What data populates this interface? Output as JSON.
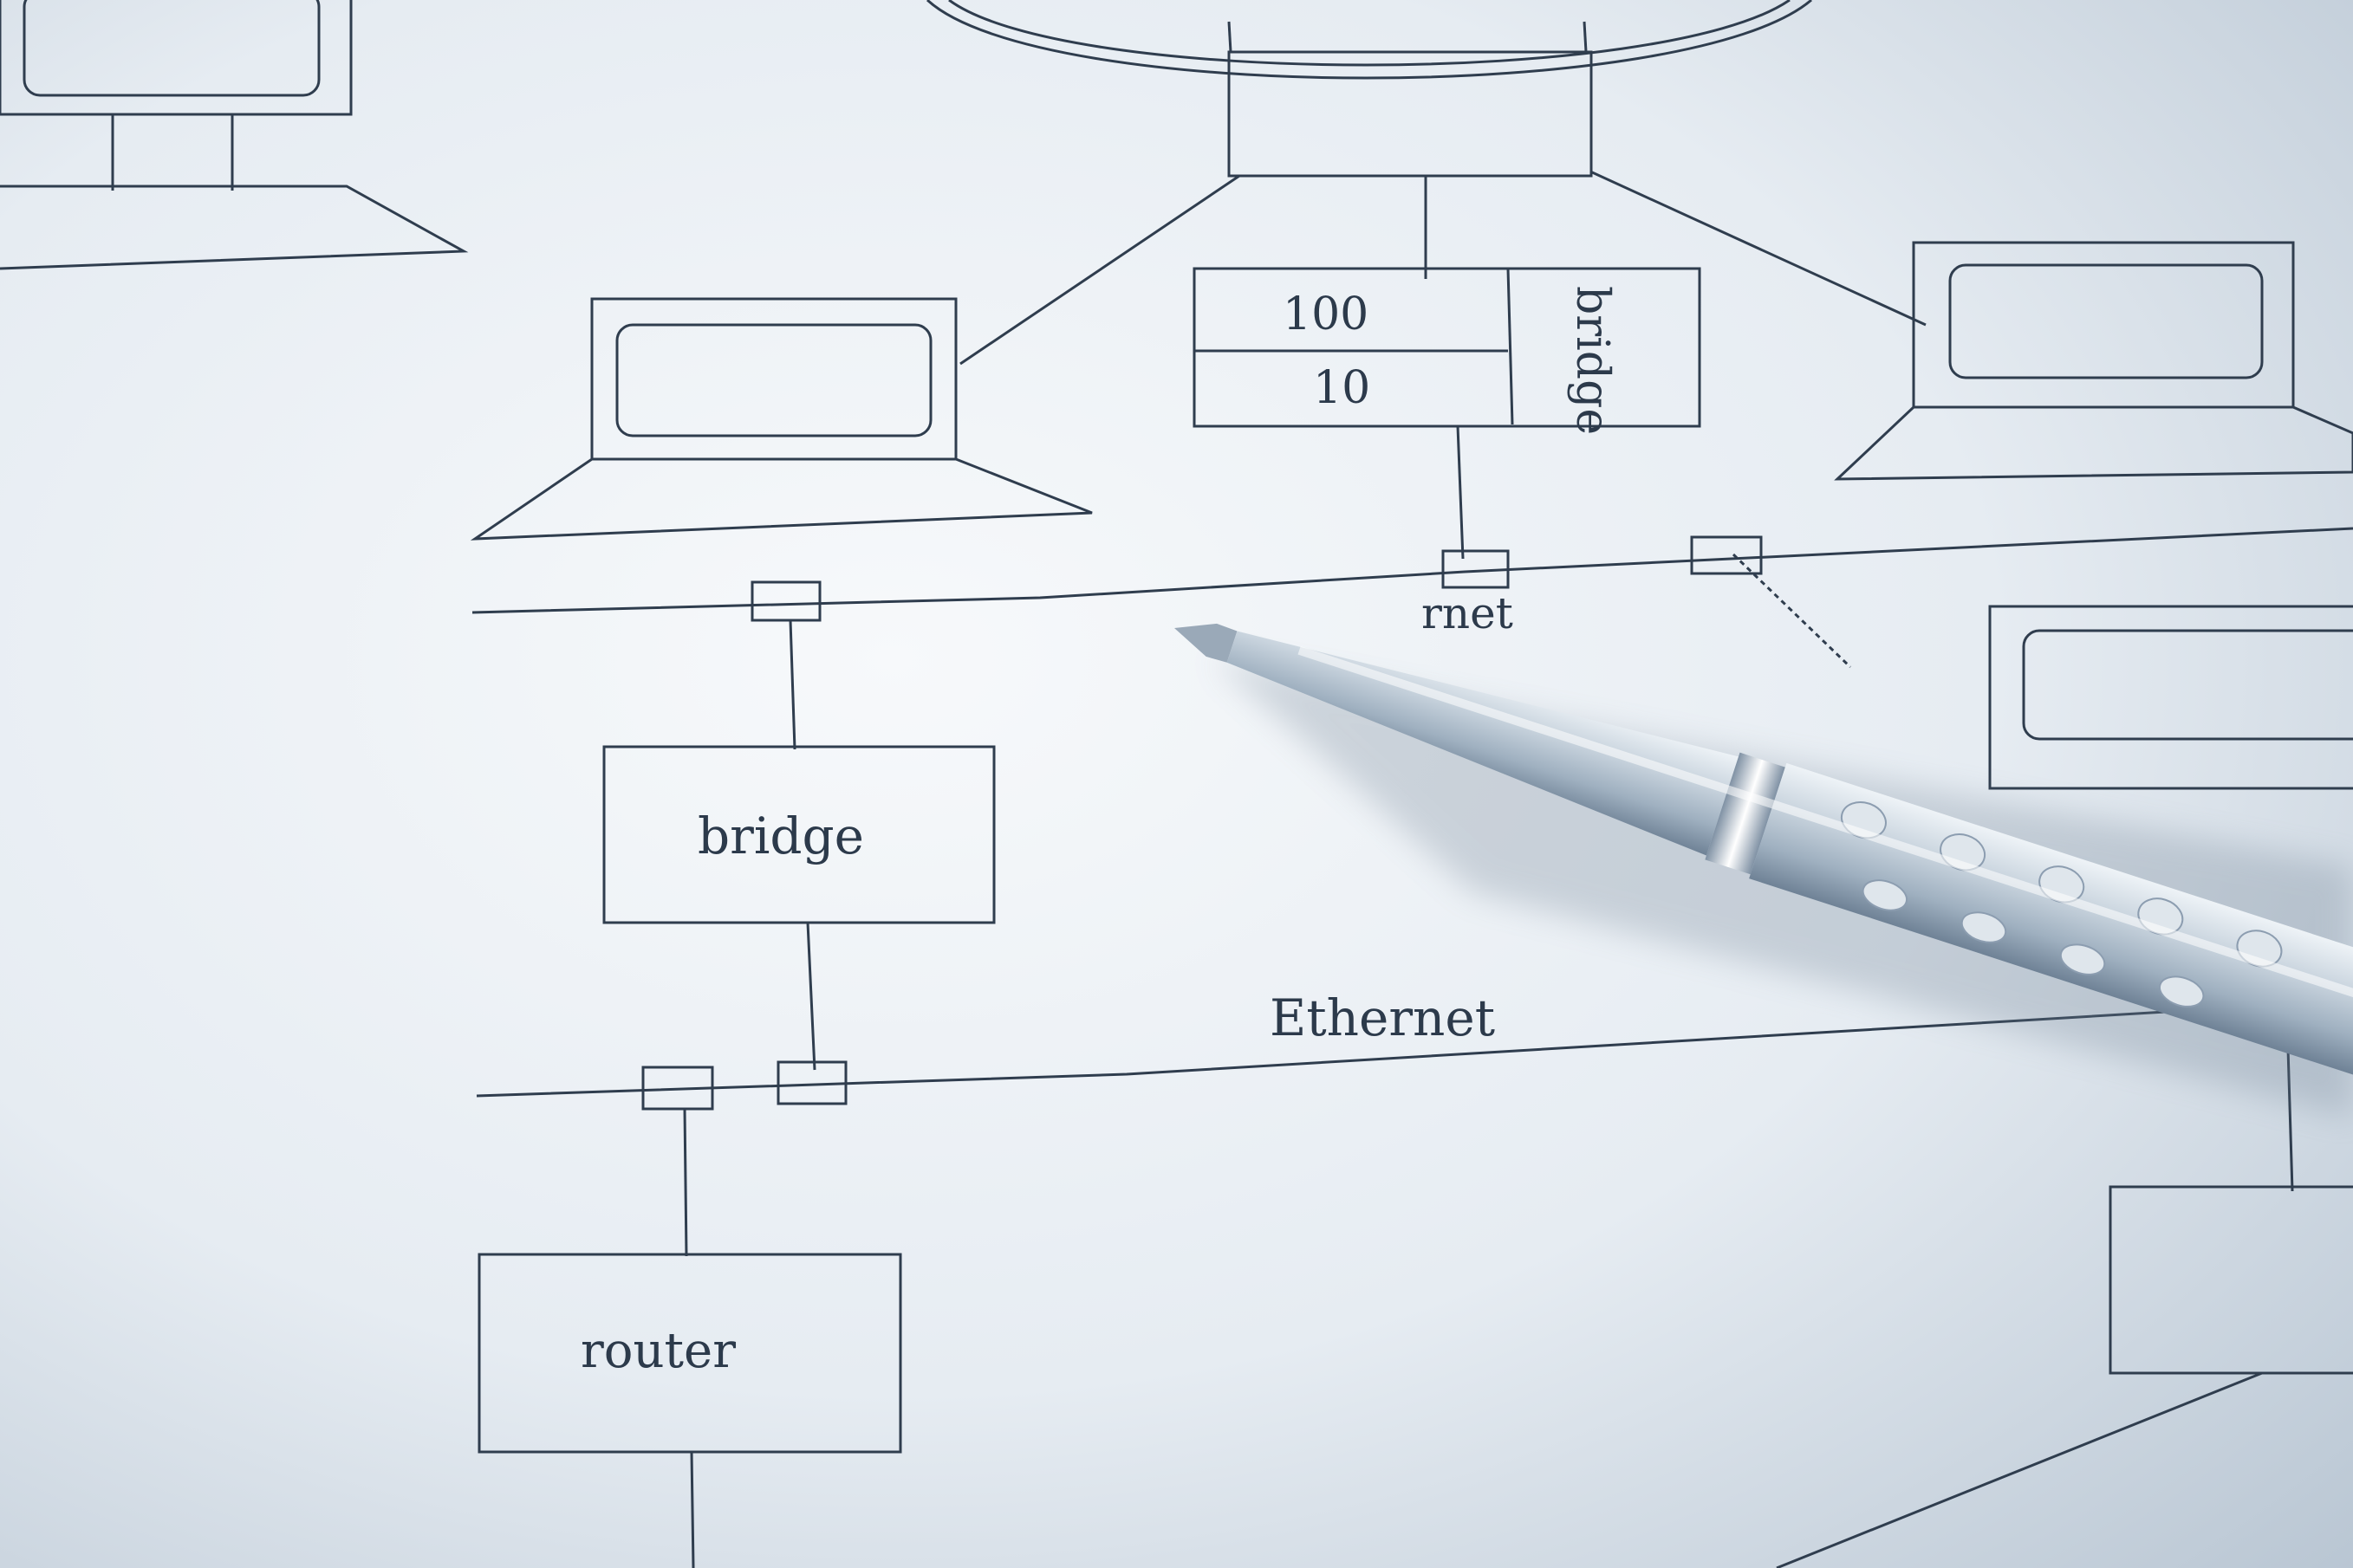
{
  "diagram": {
    "labels": {
      "bridge_top_upper": "100",
      "bridge_top_lower": "10",
      "bridge_top_vertical": "bridge",
      "bridge_left": "bridge",
      "ethernet_upper_partial": "rnet",
      "ethernet_lower": "Ethernet",
      "router": "router"
    }
  },
  "colors": {
    "paper_light": "#f4f7fa",
    "paper_shadow": "#c9d4de",
    "ink": "#2f3d4e",
    "pen_body": "#b7c4d1",
    "pen_highlight": "#eef3f7",
    "pen_shadow": "#7f91a4"
  },
  "objects": {
    "pen": "ballpoint-pen"
  }
}
